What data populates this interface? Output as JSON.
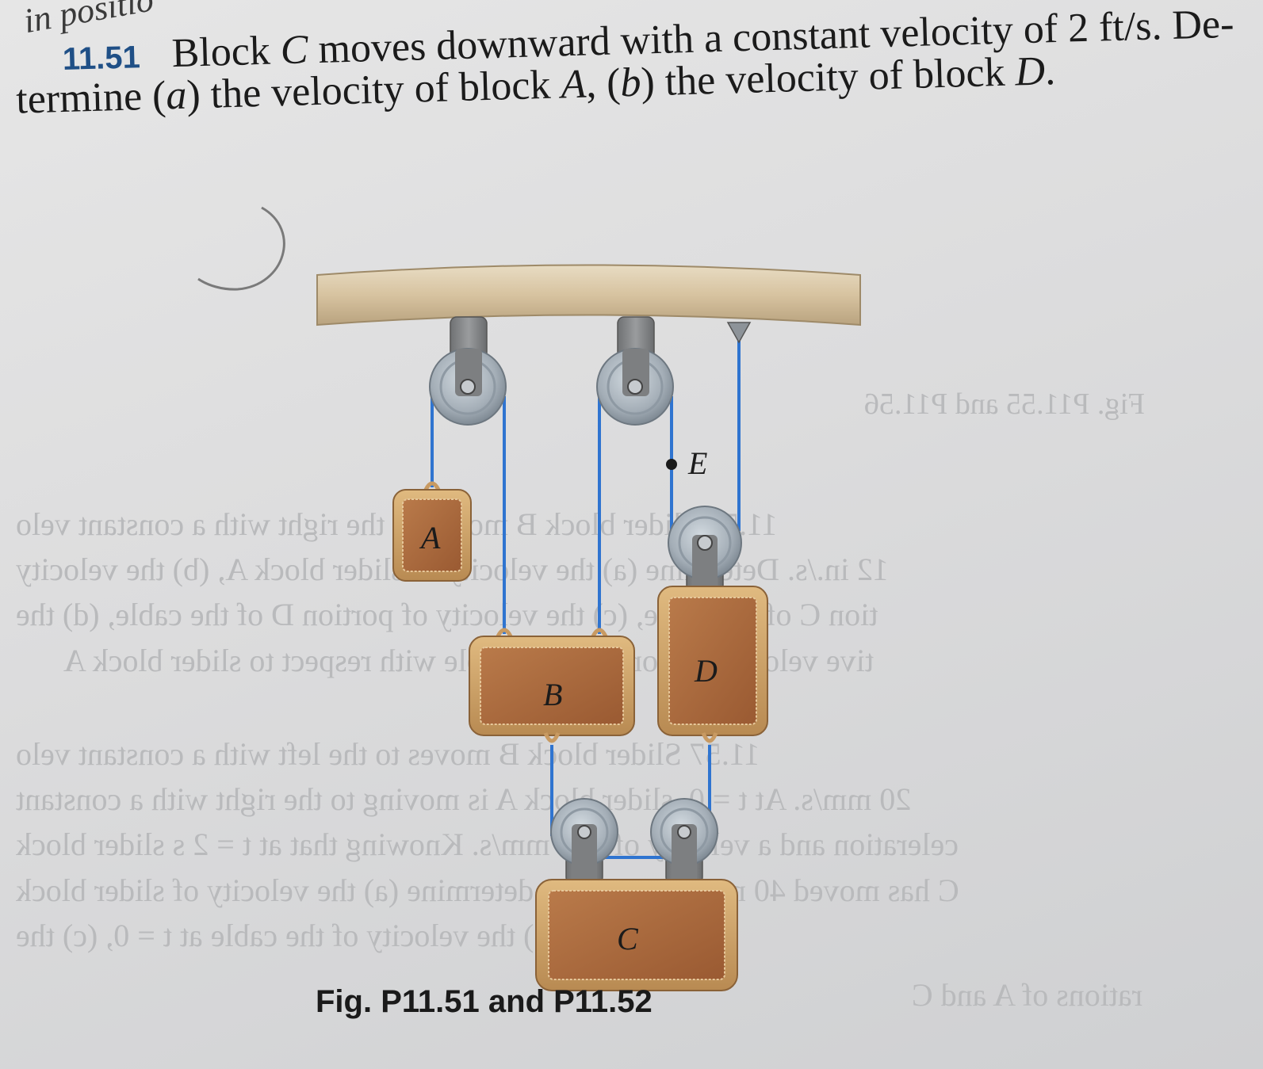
{
  "header": {
    "fragment": "in positio"
  },
  "problem": {
    "number": "11.51",
    "line1_a": "Block ",
    "line1_var": "C",
    "line1_b": " moves downward with a constant velocity of 2 ft/s. De-",
    "line2_a": "termine (",
    "line2_a_var": "a",
    "line2_b": ") the velocity of block ",
    "line2_b_var": "A",
    "line2_c": ", (",
    "line2_c_var": "b",
    "line2_d": ") the velocity of block ",
    "line2_d_var": "D",
    "line2_end": "."
  },
  "figure": {
    "caption": "Fig. P11.51 and P11.52",
    "labels": {
      "block_a": "A",
      "block_b": "B",
      "block_c": "C",
      "block_d": "D",
      "point_e": "E"
    },
    "colors": {
      "ceiling": "#d9c8a8",
      "cable": "#2f74d0",
      "pulley": "#aab4bd",
      "bracket": "#7d7f81",
      "block_face": "#c89a62",
      "block_panel": "#a8683e"
    }
  },
  "bleed_through": {
    "line1": "Fig. P11.55 and P11.56",
    "line2": "11.56 Slider block B moves to the right with a constant velo",
    "line3": "12 in./s. Determine (a) the velocity of slider block A, (b) the velocity",
    "line4": "tion C of the cable, (c) the velocity of portion D of the cable, (d) the",
    "line5": "tive velocity of portion C of cable with respect to slider block A",
    "line6": "11.57 Slider block B moves to the left with a constant velo",
    "line7": "20 mm/s. At t = 0, slider block A is moving to the right with a constant",
    "line8": "celeration and a velocity of 100 mm/s. Knowing that at t = 2 s slider block",
    "line9": "C has moved 40 mm to the right, determine (a) the velocity of slider block",
    "line10": "C at t = 0, (b) the velocity of the cable at t = 0, (c) the",
    "line11": "rations of A and C"
  }
}
